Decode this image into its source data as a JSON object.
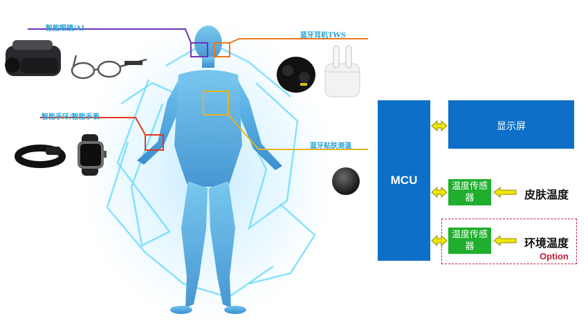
{
  "callouts": {
    "glasses": "智能眼镜/AI",
    "earphones": "蓝牙耳机TWS",
    "wrist": "智能手环/智能手表",
    "patch": "蓝牙贴肤测温"
  },
  "blocks": {
    "mcu": "MCU",
    "display": "显示屏",
    "sensor_skin": "温度传感器",
    "sensor_env": "温度传感器",
    "skin_label": "皮肤温度",
    "env_label": "环境温度",
    "option": "Option"
  },
  "colors": {
    "block_blue": "#0d6fc8",
    "sensor_green": "#1fae2d",
    "arrow_yellow": "#f2e600",
    "option_red": "#c0203a",
    "callout_purple": "#6a35b5",
    "callout_orange": "#e8771e",
    "callout_red": "#e8341c",
    "callout_gold": "#e8b31b"
  }
}
